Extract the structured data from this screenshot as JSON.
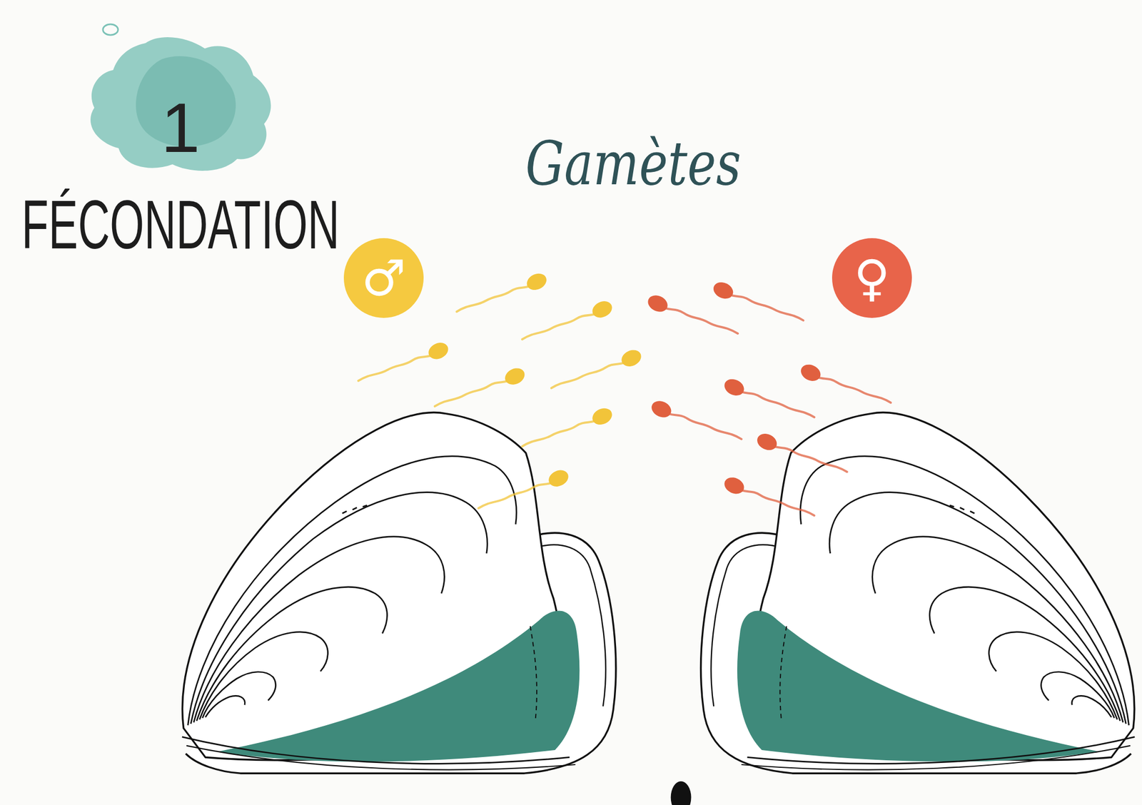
{
  "diagram": {
    "title": "FÉCONDATION",
    "nodes": [
      {
        "text": [
          "1"
        ]
      },
      {
        "text": [
          "♂"
        ]
      },
      {
        "text": [
          "♀"
        ]
      }
    ],
    "labels": [
      "Gamètes"
    ]
  }
}
